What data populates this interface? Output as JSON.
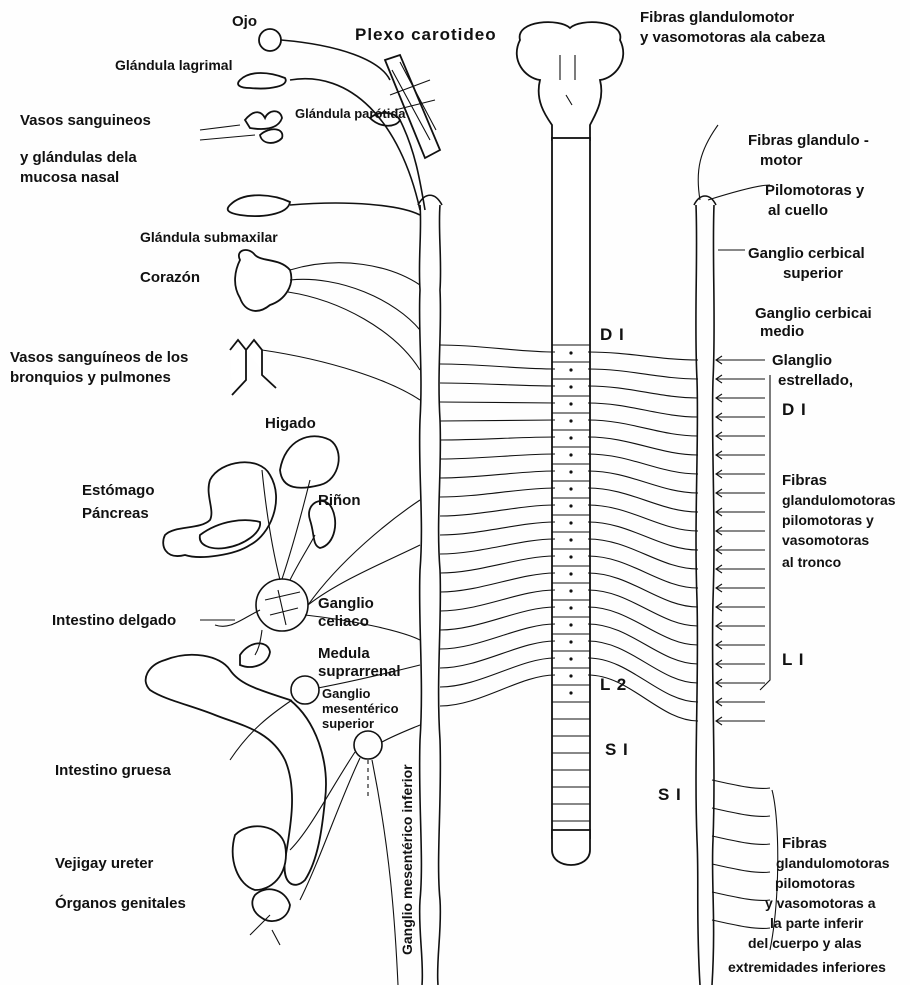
{
  "labels": {
    "ojo": "Ojo",
    "plexo_carotideo": "Plexo carotideo",
    "fibras_glandulomotor_cabeza_1": "Fibras glandulomotor",
    "fibras_glandulomotor_cabeza_2": "y vasomotoras ala cabeza",
    "glandula_lagrimal": "Glándula lagrimal",
    "vasos_sanguineos": "Vasos sanguineos",
    "glandula_parotida": "Glándula parótida",
    "mucosa_nasal_1": "y glándulas dela",
    "mucosa_nasal_2": "mucosa nasal",
    "glandula_submaxilar": "Glándula submaxilar",
    "corazon": "Corazón",
    "bronquios_1": "Vasos sanguíneos de los",
    "bronquios_2": "bronquios y pulmones",
    "higado": "Higado",
    "estomago": "Estómago",
    "pancreas": "Páncreas",
    "rinon": "Riñon",
    "intestino_delgado": "Intestino delgado",
    "ganglio_celiaco_1": "Ganglio",
    "ganglio_celiaco_2": "celiaco",
    "medula_1": "Medula",
    "medula_2": "suprarrenal",
    "ganglio_mes_sup_1": "Ganglio",
    "ganglio_mes_sup_2": "mesentérico",
    "ganglio_mes_sup_3": "superior",
    "intestino_grueso": "Intestino gruesa",
    "vejiga": "Vejigay ureter",
    "organos": "Órganos genitales",
    "ganglio_mes_inf": "Ganglio mesentérico inferior",
    "fibras_glandulo_motor_1": "Fibras glandulo -",
    "fibras_glandulo_motor_2": "motor",
    "pilomotoras_1": "Pilomotoras y",
    "pilomotoras_2": "al cuello",
    "ganglio_cervical_sup_1": "Ganglio cerbical",
    "ganglio_cervical_sup_2": "superior",
    "ganglio_cervical_medio_1": "Ganglio cerbicai",
    "ganglio_cervical_medio_2": "medio",
    "ganglio_estrellado_1": "Glanglio",
    "ganglio_estrellado_2": "estrellado,",
    "d1_left": "D I",
    "d1_right": "D I",
    "tronco_1": "Fibras",
    "tronco_2": "glandulomotoras",
    "tronco_3": "pilomotoras y",
    "tronco_4": "vasomotoras",
    "tronco_5": "al tronco",
    "l1": "L I",
    "l2": "L 2",
    "s1_center": "S I",
    "s1_right": "S I",
    "inf_1": "Fibras",
    "inf_2": "glandulomotoras",
    "inf_3": "pilomotoras",
    "inf_4": "y vasomotoras a",
    "inf_5": "la parte inferir",
    "inf_6": "del cuerpo y alas",
    "inf_7": "extremidades inferiores"
  }
}
